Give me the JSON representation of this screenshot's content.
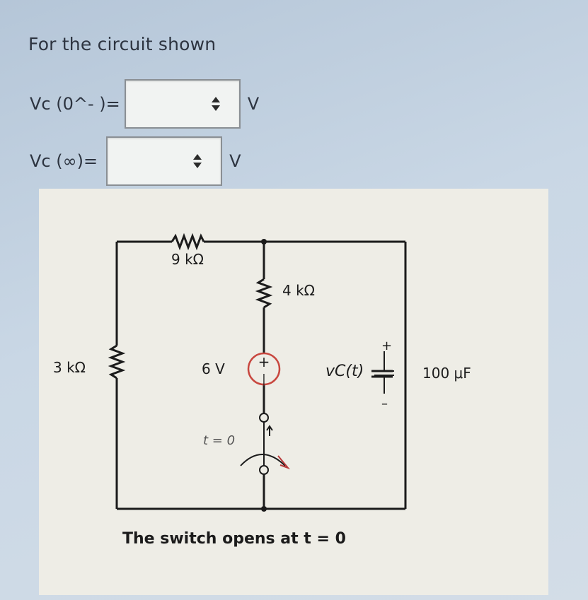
{
  "question": {
    "prompt": "For the circuit shown"
  },
  "answers": [
    {
      "label": "Vc (0^- )=",
      "value": "",
      "unit": "V"
    },
    {
      "label": "Vc (∞)=",
      "value": "",
      "unit": "V"
    }
  ],
  "circuit": {
    "r_top": "9 kΩ",
    "r_mid": "4 kΩ",
    "r_left": "3 kΩ",
    "source": "6 V",
    "switch_label": "t = 0",
    "capacitor_voltage": "vC(t)",
    "capacitor_plus": "+",
    "capacitor_minus": "–",
    "source_plus": "+",
    "source_minus": "|",
    "capacitor_value": "100 μF",
    "caption": "The switch opens at t = 0"
  },
  "colors": {
    "page_background": "#c4d3e2",
    "figure_background": "#eeede6",
    "source_circle": "#c8473f",
    "wire": "#1b1b1b",
    "switch_arrow": "#b83a3a"
  }
}
